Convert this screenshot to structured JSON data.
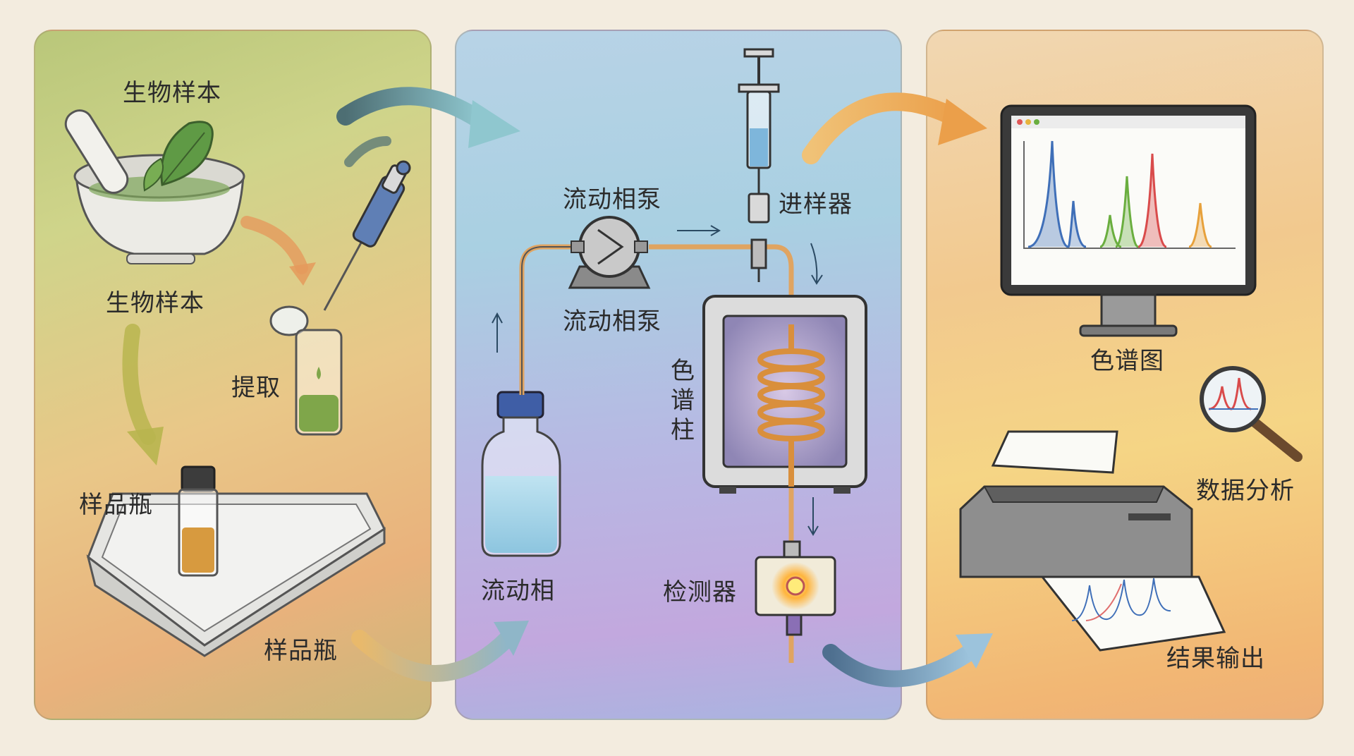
{
  "sample_prep": {
    "labels": {
      "bio_sample_top": "生物样本",
      "bio_sample_bottom": "生物样本",
      "extract": "提取",
      "vial_top": "样品瓶",
      "vial_bottom": "样品瓶"
    }
  },
  "hplc_system": {
    "labels": {
      "pump_top": "流动相泵",
      "pump_bottom": "流动相泵",
      "injector": "进样器",
      "column": "色谱柱",
      "mobile_phase": "流动相",
      "detector": "检测器"
    }
  },
  "data_output": {
    "labels": {
      "chromatogram": "色谱图",
      "data_analysis": "数据分析",
      "result_output": "结果输出"
    }
  },
  "colors": {
    "prep_panel": "#cfd48a",
    "hplc_panel": "#b2c6e4",
    "data_panel": "#f3c98a",
    "tubing": "#e0a461",
    "peak_blue": "#3f6fb8",
    "peak_green": "#6aae3f",
    "peak_red": "#d94b4b",
    "peak_orange": "#e7a13c"
  }
}
